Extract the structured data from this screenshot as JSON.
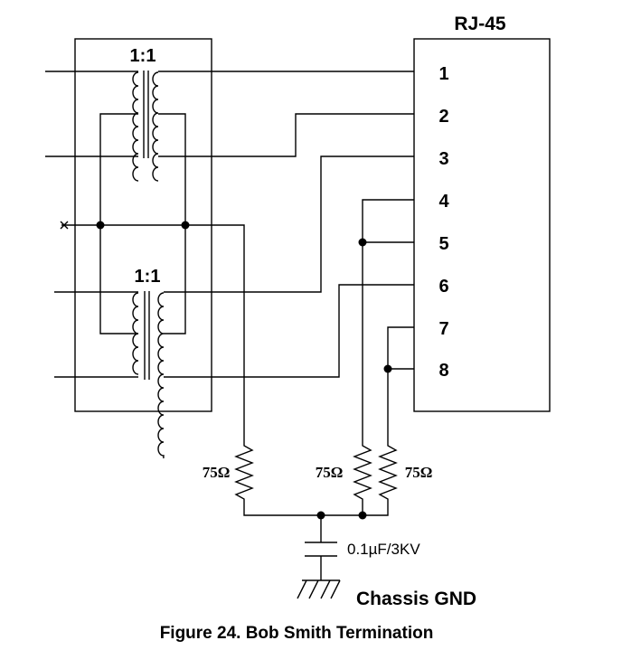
{
  "connector": {
    "title": "RJ-45",
    "pins": [
      "1",
      "2",
      "3",
      "4",
      "5",
      "6",
      "7",
      "8"
    ]
  },
  "transformers": {
    "upper_ratio": "1:1",
    "lower_ratio": "1:1"
  },
  "resistors": {
    "r1_value": "75Ω",
    "r2_value": "75Ω",
    "r3_value": "75Ω"
  },
  "capacitor": {
    "value": "0.1µF/3KV"
  },
  "ground": {
    "label": "Chassis GND"
  },
  "figure": {
    "caption": "Figure 24. Bob Smith Termination"
  }
}
